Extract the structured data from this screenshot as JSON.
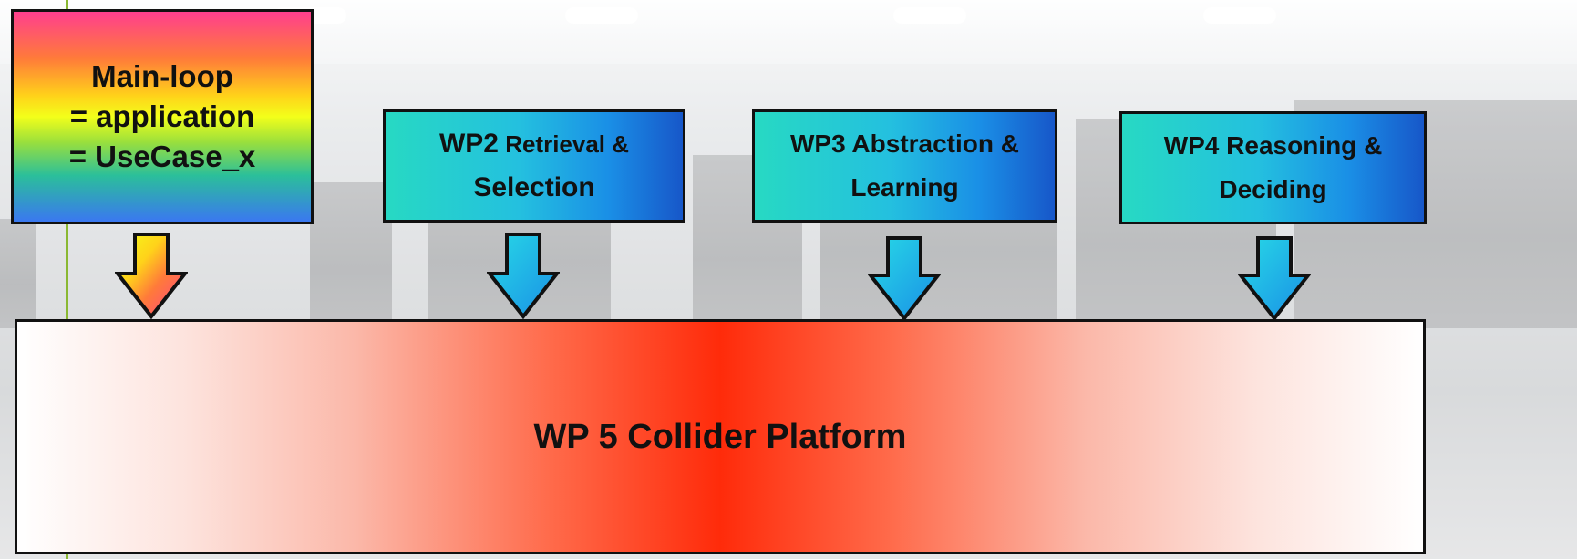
{
  "boxes": {
    "main_loop": {
      "line1": "Main-loop",
      "line2": "= application",
      "line3": "= UseCase_x"
    },
    "wp2": {
      "prefix": "WP2",
      "line1_rest": " Retrieval &",
      "line2": "Selection"
    },
    "wp3": {
      "line1": "WP3 Abstraction &",
      "line2": "Learning"
    },
    "wp4": {
      "line1": "WP4 Reasoning &",
      "line2": "Deciding"
    }
  },
  "platform": {
    "label": "WP 5 Collider Platform"
  },
  "colors": {
    "rainbow_box": [
      "#ff3f8e",
      "#ffd21a",
      "#f3ff1a",
      "#2bbf9a",
      "#3a78f0"
    ],
    "wp_box": [
      "#27d9c3",
      "#1757c9"
    ],
    "platform_center": "#ff2b0a",
    "arrow_blue": "#1ea8e6",
    "border": "#111111"
  },
  "icons": [
    "down-arrow-icon"
  ]
}
